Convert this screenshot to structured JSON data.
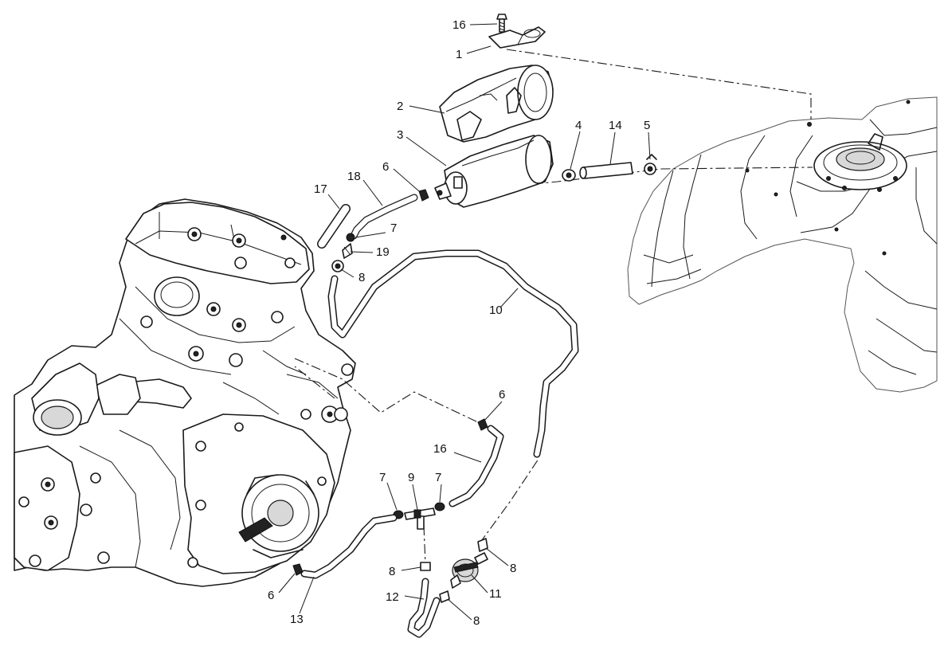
{
  "diagram": {
    "title": "Evaporative emission system exploded view",
    "colors": {
      "line": "#1a1a1a",
      "background": "#ffffff",
      "shade": "#d8d8d8"
    },
    "callouts": [
      {
        "id": "c16a",
        "text": "16"
      },
      {
        "id": "c1",
        "text": "1"
      },
      {
        "id": "c2",
        "text": "2"
      },
      {
        "id": "c3",
        "text": "3"
      },
      {
        "id": "c4",
        "text": "4"
      },
      {
        "id": "c14",
        "text": "14"
      },
      {
        "id": "c5",
        "text": "5"
      },
      {
        "id": "c6a",
        "text": "6"
      },
      {
        "id": "c18",
        "text": "18"
      },
      {
        "id": "c17",
        "text": "17"
      },
      {
        "id": "c7a",
        "text": "7"
      },
      {
        "id": "c19",
        "text": "19"
      },
      {
        "id": "c8a",
        "text": "8"
      },
      {
        "id": "c10",
        "text": "10"
      },
      {
        "id": "c6b",
        "text": "6"
      },
      {
        "id": "c16b",
        "text": "16"
      },
      {
        "id": "c7b",
        "text": "7"
      },
      {
        "id": "c9",
        "text": "9"
      },
      {
        "id": "c7c",
        "text": "7"
      },
      {
        "id": "c8b",
        "text": "8"
      },
      {
        "id": "c8c",
        "text": "8"
      },
      {
        "id": "c11",
        "text": "11"
      },
      {
        "id": "c12",
        "text": "12"
      },
      {
        "id": "c8d",
        "text": "8"
      },
      {
        "id": "c6c",
        "text": "6"
      },
      {
        "id": "c13",
        "text": "13"
      }
    ]
  }
}
